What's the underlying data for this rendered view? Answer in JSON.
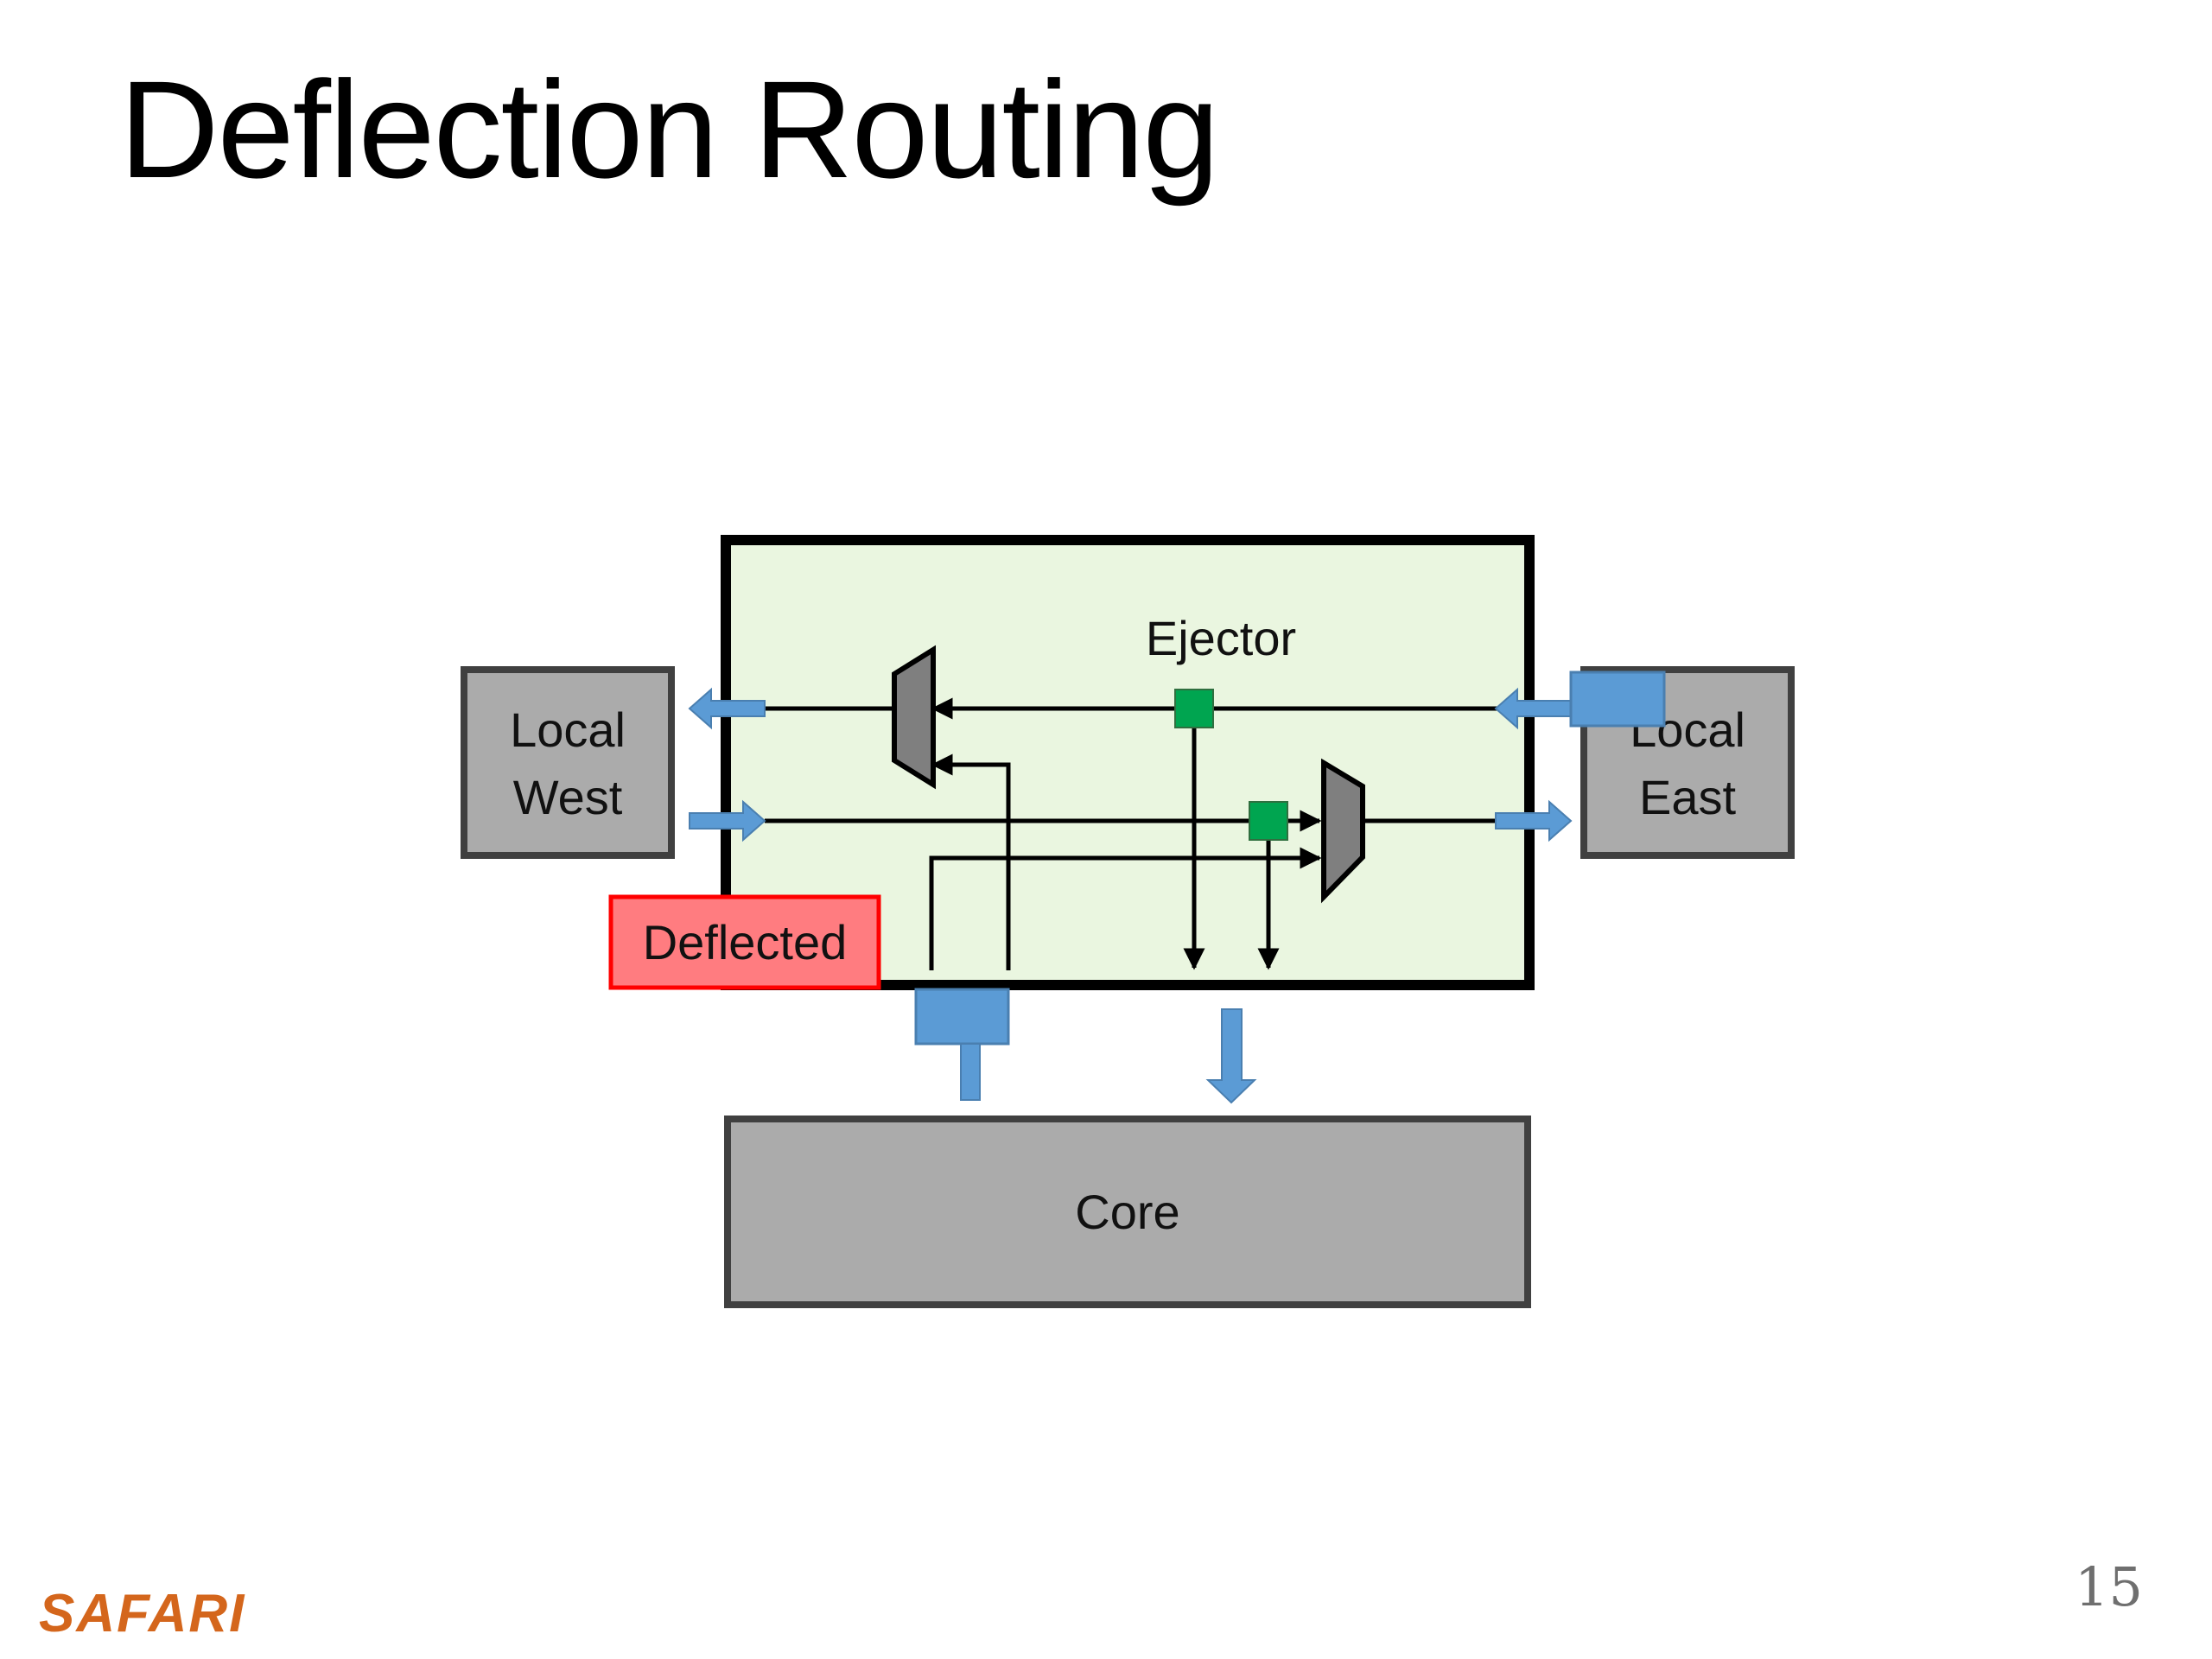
{
  "slide": {
    "title": "Deflection Routing",
    "page_number": "15",
    "logo_text": "SAFARI"
  },
  "diagram": {
    "router_label": "Ejector",
    "neighbors": {
      "west_line1": "Local",
      "west_line2": "West",
      "east_line1": "Local",
      "east_line2": "East"
    },
    "core_label": "Core",
    "status_label": "Deflected"
  },
  "colors": {
    "router_fill": "#eaf6e0",
    "node_fill": "#ababab",
    "node_border": "#404040",
    "flit_blue": "#5b9bd5",
    "ejector_green": "#00a550",
    "deflected_fill": "#ff7c80",
    "deflected_border": "#ff0000",
    "mux_fill": "#7f7f7f",
    "logo_orange": "#d4661c"
  }
}
